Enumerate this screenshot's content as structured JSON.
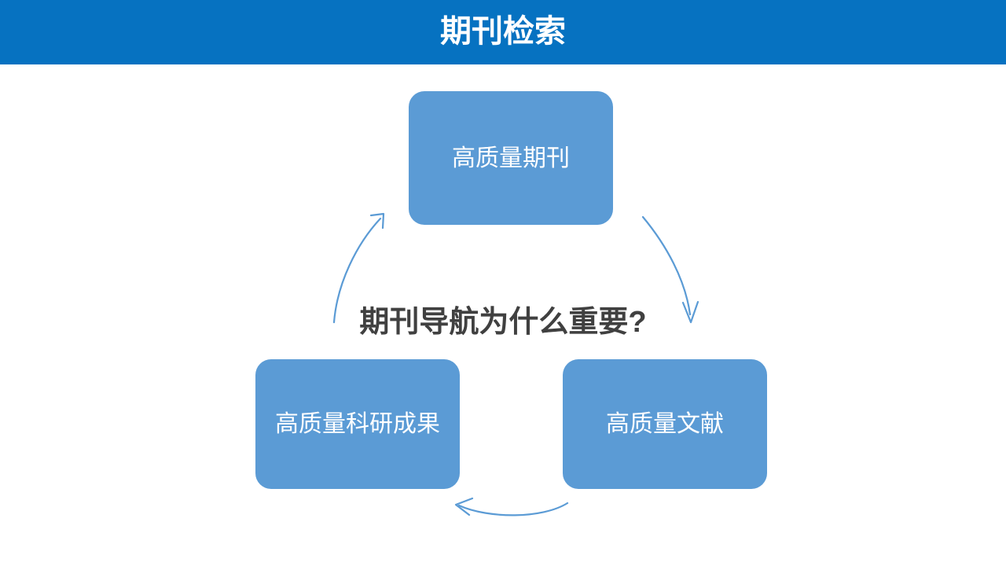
{
  "header": {
    "title": "期刊检索",
    "background_color": "#0672c1",
    "text_color": "#ffffff"
  },
  "diagram": {
    "center_question": "期刊导航为什么重要?",
    "center_text_color": "#404040",
    "box_fill_color": "#5b9bd5",
    "box_text_color": "#ffffff",
    "arrow_color": "#5b9bd5",
    "nodes": [
      {
        "id": "top",
        "label": "高质量期刊"
      },
      {
        "id": "bottom-right",
        "label": "高质量文献"
      },
      {
        "id": "bottom-left",
        "label": "高质量科研成果"
      }
    ],
    "arrows": [
      {
        "id": "top-to-right",
        "from": "高质量期刊",
        "to": "高质量文献",
        "direction": "clockwise-down-right"
      },
      {
        "id": "right-to-left",
        "from": "高质量文献",
        "to": "高质量科研成果",
        "direction": "clockwise-leftward"
      },
      {
        "id": "left-to-top",
        "from": "高质量科研成果",
        "to": "高质量期刊",
        "direction": "clockwise-up-left"
      }
    ]
  }
}
